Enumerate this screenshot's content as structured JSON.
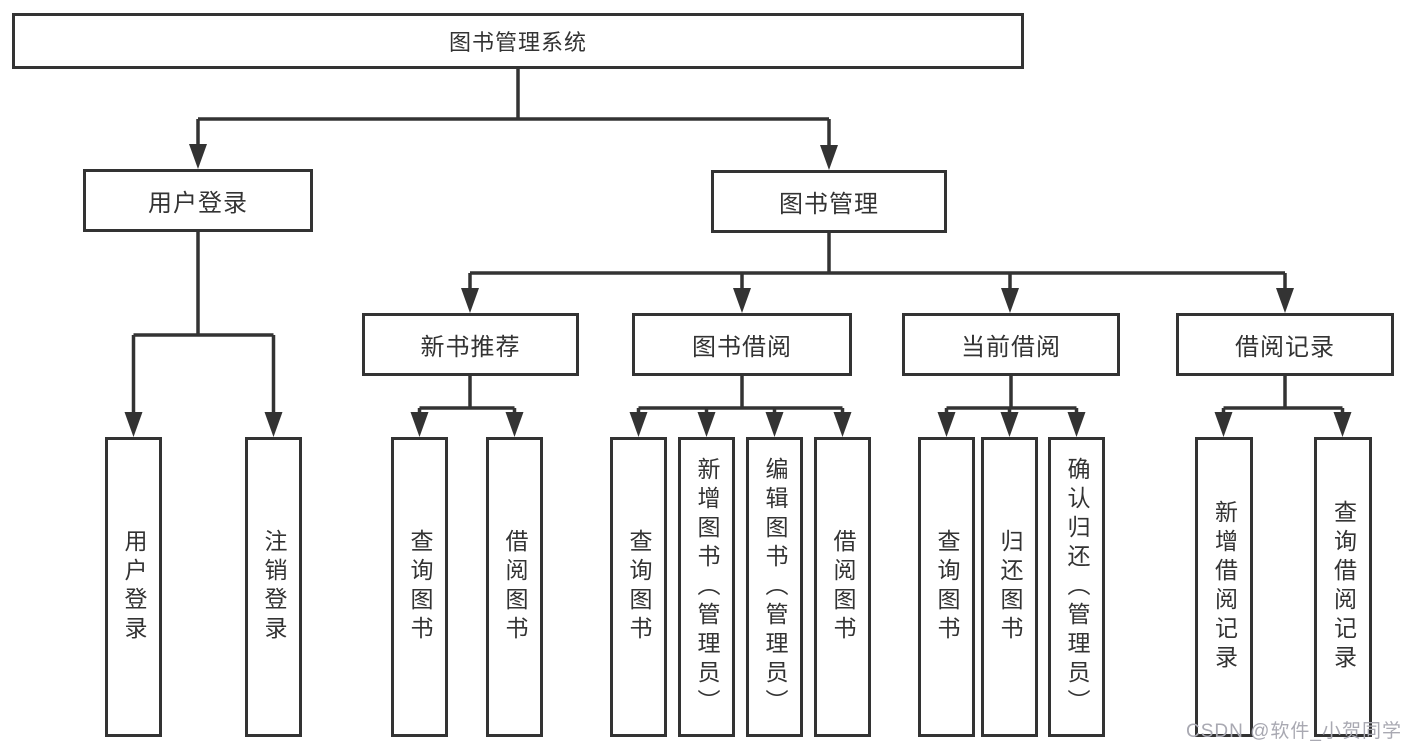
{
  "diagram": {
    "root": {
      "label": "图书管理系统"
    },
    "level1": {
      "user_login": {
        "label": "用户登录"
      },
      "book_mgmt": {
        "label": "图书管理"
      }
    },
    "level2": {
      "new_books": {
        "label": "新书推荐"
      },
      "book_borrow": {
        "label": "图书借阅"
      },
      "current_borrow": {
        "label": "当前借阅"
      },
      "borrow_records": {
        "label": "借阅记录"
      }
    },
    "leaves": {
      "user_login": [
        "用户登录",
        "注销登录"
      ],
      "new_books": [
        "查询图书",
        "借阅图书"
      ],
      "book_borrow": [
        "查询图书",
        "新增图书（管理员）",
        "编辑图书（管理员）",
        "借阅图书"
      ],
      "current_borrow": [
        "查询图书",
        "归还图书",
        "确认归还（管理员）"
      ],
      "borrow_records": [
        "新增借阅记录",
        "查询借阅记录"
      ]
    }
  },
  "watermark": {
    "text": "CSDN @软件_小贺同学"
  },
  "colors": {
    "line": "#333333",
    "text": "#333333",
    "background": "#ffffff",
    "watermark": "#a9a9b2"
  }
}
